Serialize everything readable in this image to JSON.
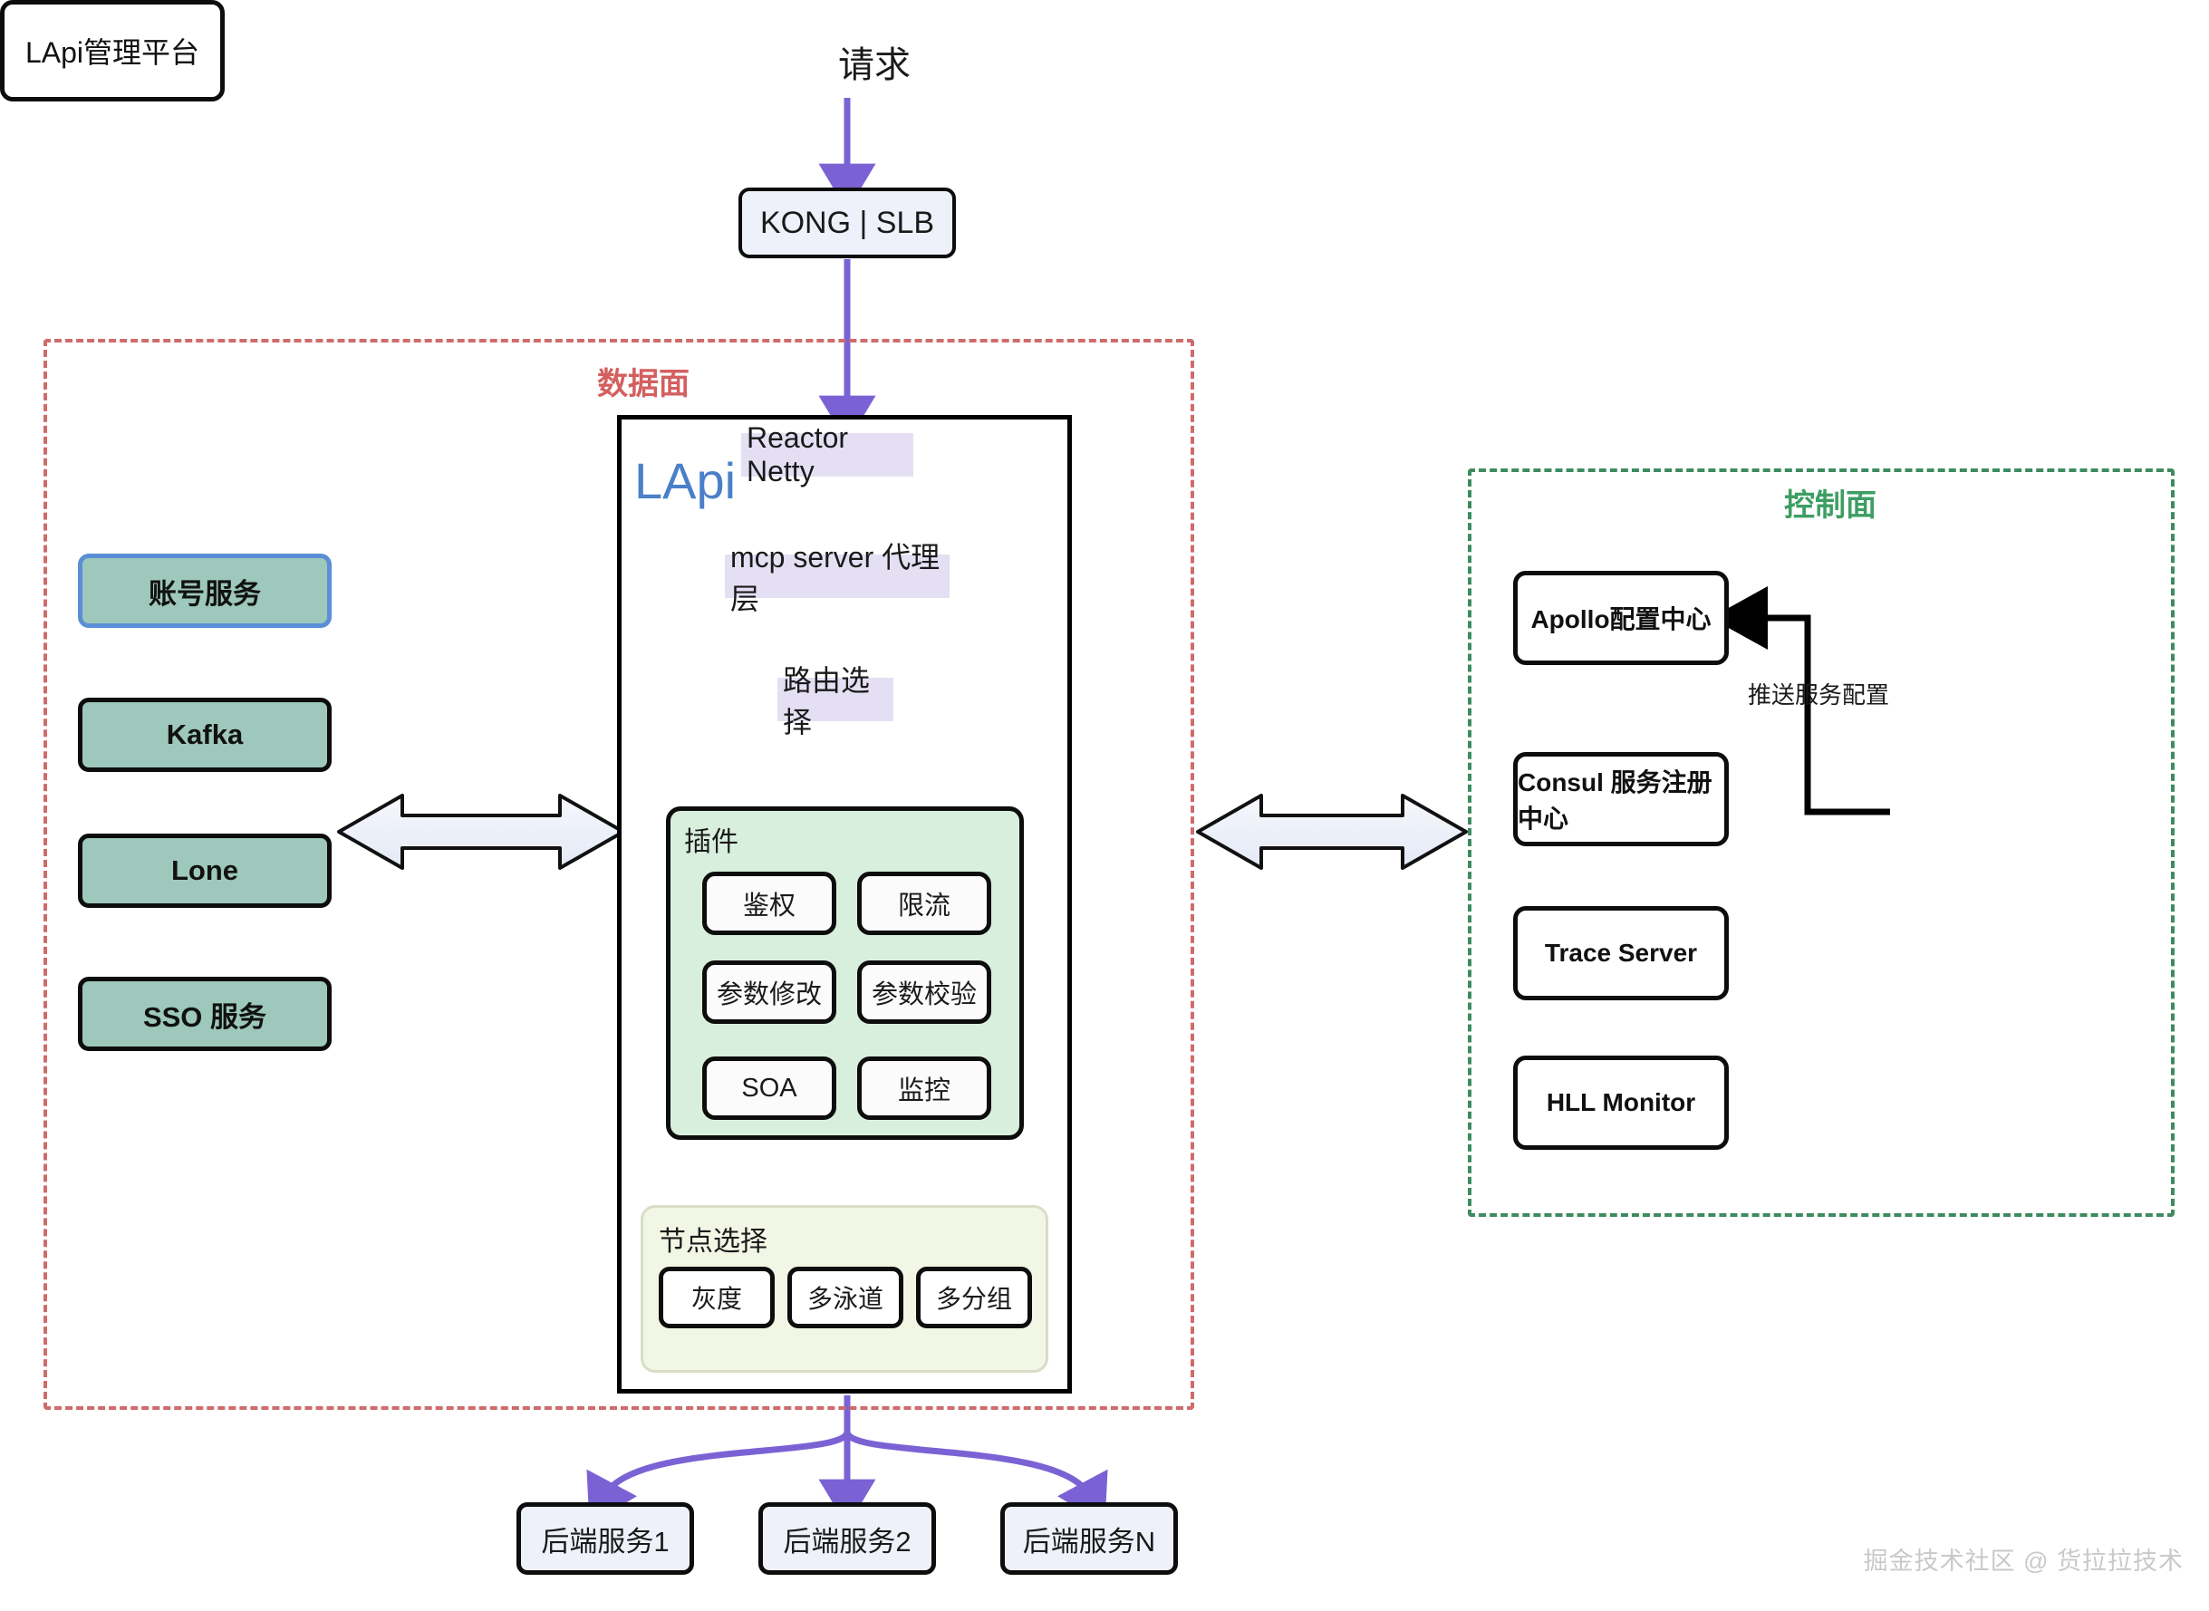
{
  "diagram": {
    "title_request": "请求",
    "entry_gateway": "KONG | SLB",
    "planes": {
      "data_plane_label": "数据面",
      "data_plane_color": "#d45f5f",
      "control_plane_label": "控制面",
      "control_plane_color": "#3d9e63"
    },
    "gateway": {
      "name": "LApi",
      "name_color": "#4a7fc9",
      "layers": [
        {
          "label": "Reactor Netty"
        },
        {
          "label": "mcp server 代理层"
        },
        {
          "label": "路由选择"
        }
      ],
      "plugins": {
        "title": "插件",
        "items": [
          {
            "label": "鉴权"
          },
          {
            "label": "限流"
          },
          {
            "label": "参数修改"
          },
          {
            "label": "参数校验"
          },
          {
            "label": "SOA"
          },
          {
            "label": "监控"
          }
        ]
      },
      "node_selection": {
        "title": "节点选择",
        "items": [
          {
            "label": "灰度"
          },
          {
            "label": "多泳道"
          },
          {
            "label": "多分组"
          }
        ]
      }
    },
    "left_services": [
      {
        "label": "账号服务",
        "accent": true
      },
      {
        "label": "Kafka",
        "accent": false
      },
      {
        "label": "Lone",
        "accent": false
      },
      {
        "label": "SSO 服务",
        "accent": false
      }
    ],
    "control_plane_nodes": [
      {
        "label": "Apollo配置中心"
      },
      {
        "label": "Consul 服务注册中心"
      },
      {
        "label": "Trace Server"
      },
      {
        "label": "HLL Monitor"
      }
    ],
    "management_platform": "LApi管理平台",
    "push_config_label": "推送服务配置",
    "backend_services": [
      {
        "label": "后端服务1"
      },
      {
        "label": "后端服务2"
      },
      {
        "label": "后端服务N"
      }
    ],
    "watermark": "掘金技术社区 @ 货拉拉技术",
    "colors": {
      "flow_arrow": "#7b62d4",
      "service_fill": "#9dc8bb",
      "accent_border": "#5b8ed6",
      "chip_fill": "#e4dff3",
      "plugin_panel_fill": "#d9efdd",
      "nodesel_panel_fill": "#f2f6e4",
      "box_fill": "#eef1f9"
    }
  }
}
